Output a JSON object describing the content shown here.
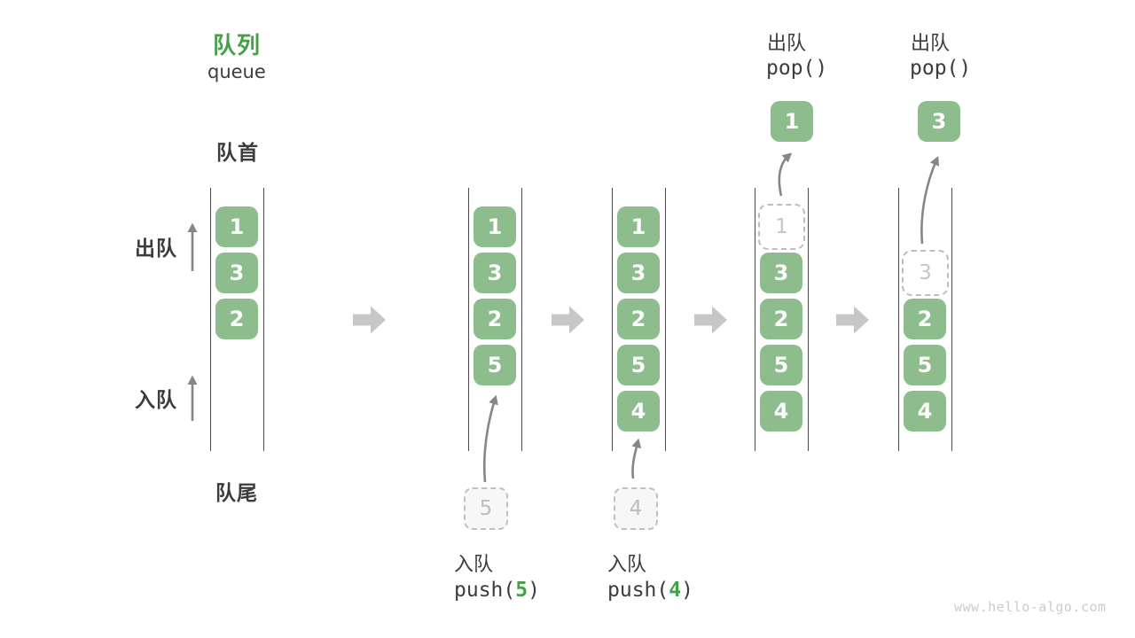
{
  "title": {
    "zh": "队列",
    "en": "queue"
  },
  "labels": {
    "front": "队首",
    "rear": "队尾",
    "dequeue": "出队",
    "enqueue": "入队"
  },
  "stages": [
    {
      "name": "initial",
      "cells": [
        {
          "value": "1",
          "variant": "filled"
        },
        {
          "value": "3",
          "variant": "filled"
        },
        {
          "value": "2",
          "variant": "filled"
        }
      ]
    },
    {
      "name": "after-push-5",
      "cells": [
        {
          "value": "1",
          "variant": "filled"
        },
        {
          "value": "3",
          "variant": "filled"
        },
        {
          "value": "2",
          "variant": "filled"
        },
        {
          "value": "5",
          "variant": "filled"
        }
      ],
      "incoming": {
        "value": "5"
      },
      "op": {
        "label": "入队",
        "code_pre": "push(",
        "code_arg": "5",
        "code_post": ")"
      }
    },
    {
      "name": "after-push-4",
      "cells": [
        {
          "value": "1",
          "variant": "filled"
        },
        {
          "value": "3",
          "variant": "filled"
        },
        {
          "value": "2",
          "variant": "filled"
        },
        {
          "value": "5",
          "variant": "filled"
        },
        {
          "value": "4",
          "variant": "filled"
        }
      ],
      "incoming": {
        "value": "4"
      },
      "op": {
        "label": "入队",
        "code_pre": "push(",
        "code_arg": "4",
        "code_post": ")"
      }
    },
    {
      "name": "after-pop-1",
      "cells": [
        {
          "value": "1",
          "variant": "ghost"
        },
        {
          "value": "3",
          "variant": "filled"
        },
        {
          "value": "2",
          "variant": "filled"
        },
        {
          "value": "5",
          "variant": "filled"
        },
        {
          "value": "4",
          "variant": "filled"
        }
      ],
      "popped": {
        "value": "1"
      },
      "op": {
        "label": "出队",
        "code": "pop()"
      }
    },
    {
      "name": "after-pop-3",
      "cells": [
        {
          "value": "3",
          "variant": "ghost"
        },
        {
          "value": "2",
          "variant": "filled"
        },
        {
          "value": "5",
          "variant": "filled"
        },
        {
          "value": "4",
          "variant": "filled"
        }
      ],
      "popped": {
        "value": "3"
      },
      "op": {
        "label": "出队",
        "code": "pop()"
      }
    }
  ],
  "watermark": "www.hello-algo.com",
  "colors": {
    "accent_green": "#46a04a",
    "box_green": "#8dbd8d",
    "rail_gray": "#4a4a4a",
    "arrow_gray": "#868686",
    "block_arrow_gray": "#c7c7c7",
    "ghost_gray": "#c6c6c6",
    "text_dark": "#3c3c3c",
    "watermark_gray": "#cbcbcb"
  }
}
